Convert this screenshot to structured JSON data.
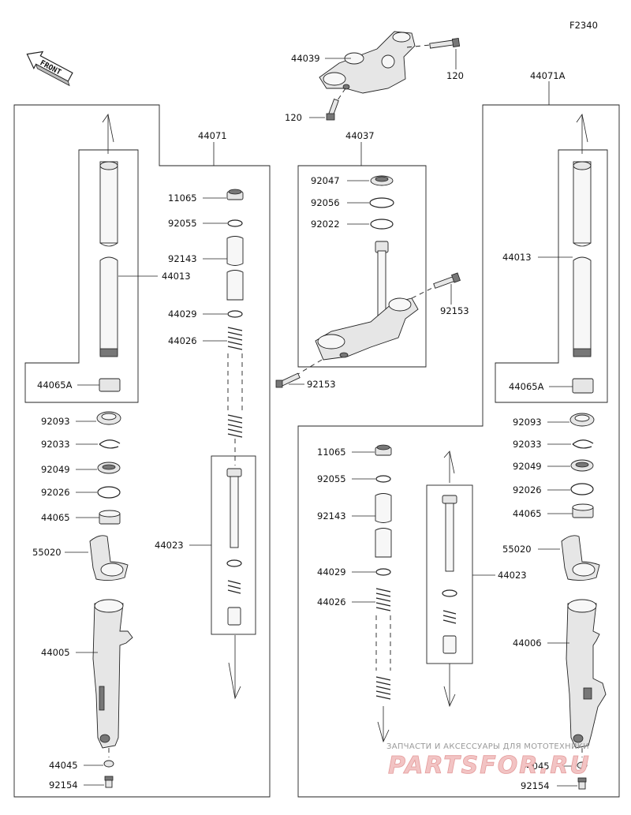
{
  "diagram_code": "F2340",
  "front_label": "FRONT",
  "watermark": {
    "line1": "ЗАПЧАСТИ И АКСЕССУАРЫ ДЛЯ МОТОТЕХНИКИ",
    "brand": "PARTSFOR.RU"
  },
  "labels": {
    "p44039": "44039",
    "p120_a": "120",
    "p120_b": "120",
    "p44037": "44037",
    "p92047": "92047",
    "p92056": "92056",
    "p92022": "92022",
    "p92153_a": "92153",
    "p92153_b": "92153",
    "p44071": "44071",
    "p44071A": "44071A",
    "left": {
      "p44013": "44013",
      "p44065A": "44065A",
      "p92093": "92093",
      "p92033": "92033",
      "p92049": "92049",
      "p92026": "92026",
      "p44065": "44065",
      "p55020": "55020",
      "p44005": "44005",
      "p44045": "44045",
      "p92154": "92154"
    },
    "cl": {
      "p11065": "11065",
      "p92055": "92055",
      "p92143": "92143",
      "p44029": "44029",
      "p44026": "44026",
      "p44023": "44023"
    },
    "cr": {
      "p11065": "11065",
      "p92055": "92055",
      "p92143": "92143",
      "p44029": "44029",
      "p44026": "44026",
      "p44023": "44023"
    },
    "right": {
      "p44013": "44013",
      "p44065A": "44065A",
      "p92093": "92093",
      "p92033": "92033",
      "p92049": "92049",
      "p92026": "92026",
      "p44065": "44065",
      "p55020": "55020",
      "p44006": "44006",
      "p44045": "44045",
      "p92154": "92154"
    }
  }
}
